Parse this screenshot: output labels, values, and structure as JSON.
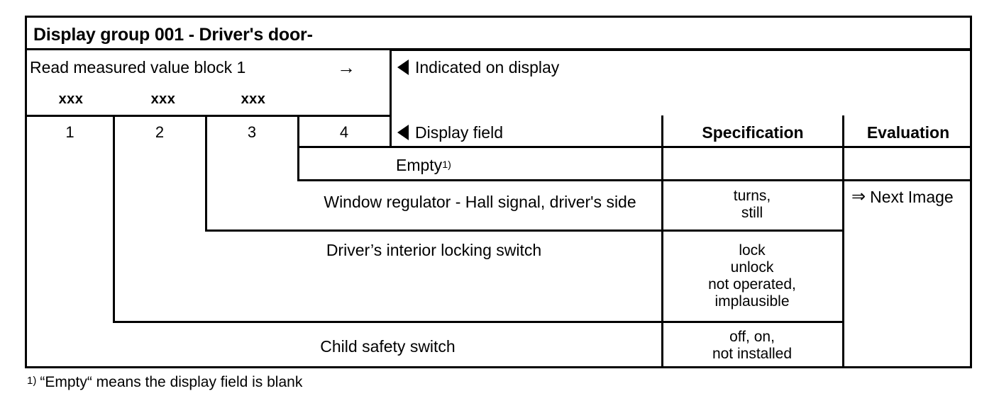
{
  "document": {
    "title": "Display group 001 - Driver's door-"
  },
  "block_row": {
    "label": "Read measured value block 1",
    "arrow_icon": "right-arrow",
    "arrow_glyph": "→",
    "indicated_marker_icon": "triangle-left",
    "indicated_label": "Indicated on display"
  },
  "placeholders": {
    "values": [
      "xxx",
      "xxx",
      "xxx"
    ]
  },
  "column_numbers": [
    "1",
    "2",
    "3",
    "4"
  ],
  "headers": {
    "display_field_marker_icon": "triangle-left",
    "display_field": "Display field",
    "specification": "Specification",
    "evaluation": "Evaluation"
  },
  "rows": [
    {
      "display_field": "Empty",
      "footnote_marker": "1)",
      "specification": [],
      "evaluation": ""
    },
    {
      "display_field": "Window regulator - Hall signal, driver's side",
      "specification": [
        "turns,",
        "still"
      ],
      "evaluation": "Next Image",
      "evaluation_arrow_glyph": "⇒"
    },
    {
      "display_field": "Driver’s interior locking switch",
      "specification": [
        "lock",
        "unlock",
        "not operated,",
        "implausible"
      ],
      "evaluation": ""
    },
    {
      "display_field": "Child safety switch",
      "specification": [
        "off,  on,",
        "not installed"
      ],
      "evaluation": ""
    }
  ],
  "footnote": {
    "marker": "1)",
    "text": "“Empty“ means the display field is blank"
  }
}
